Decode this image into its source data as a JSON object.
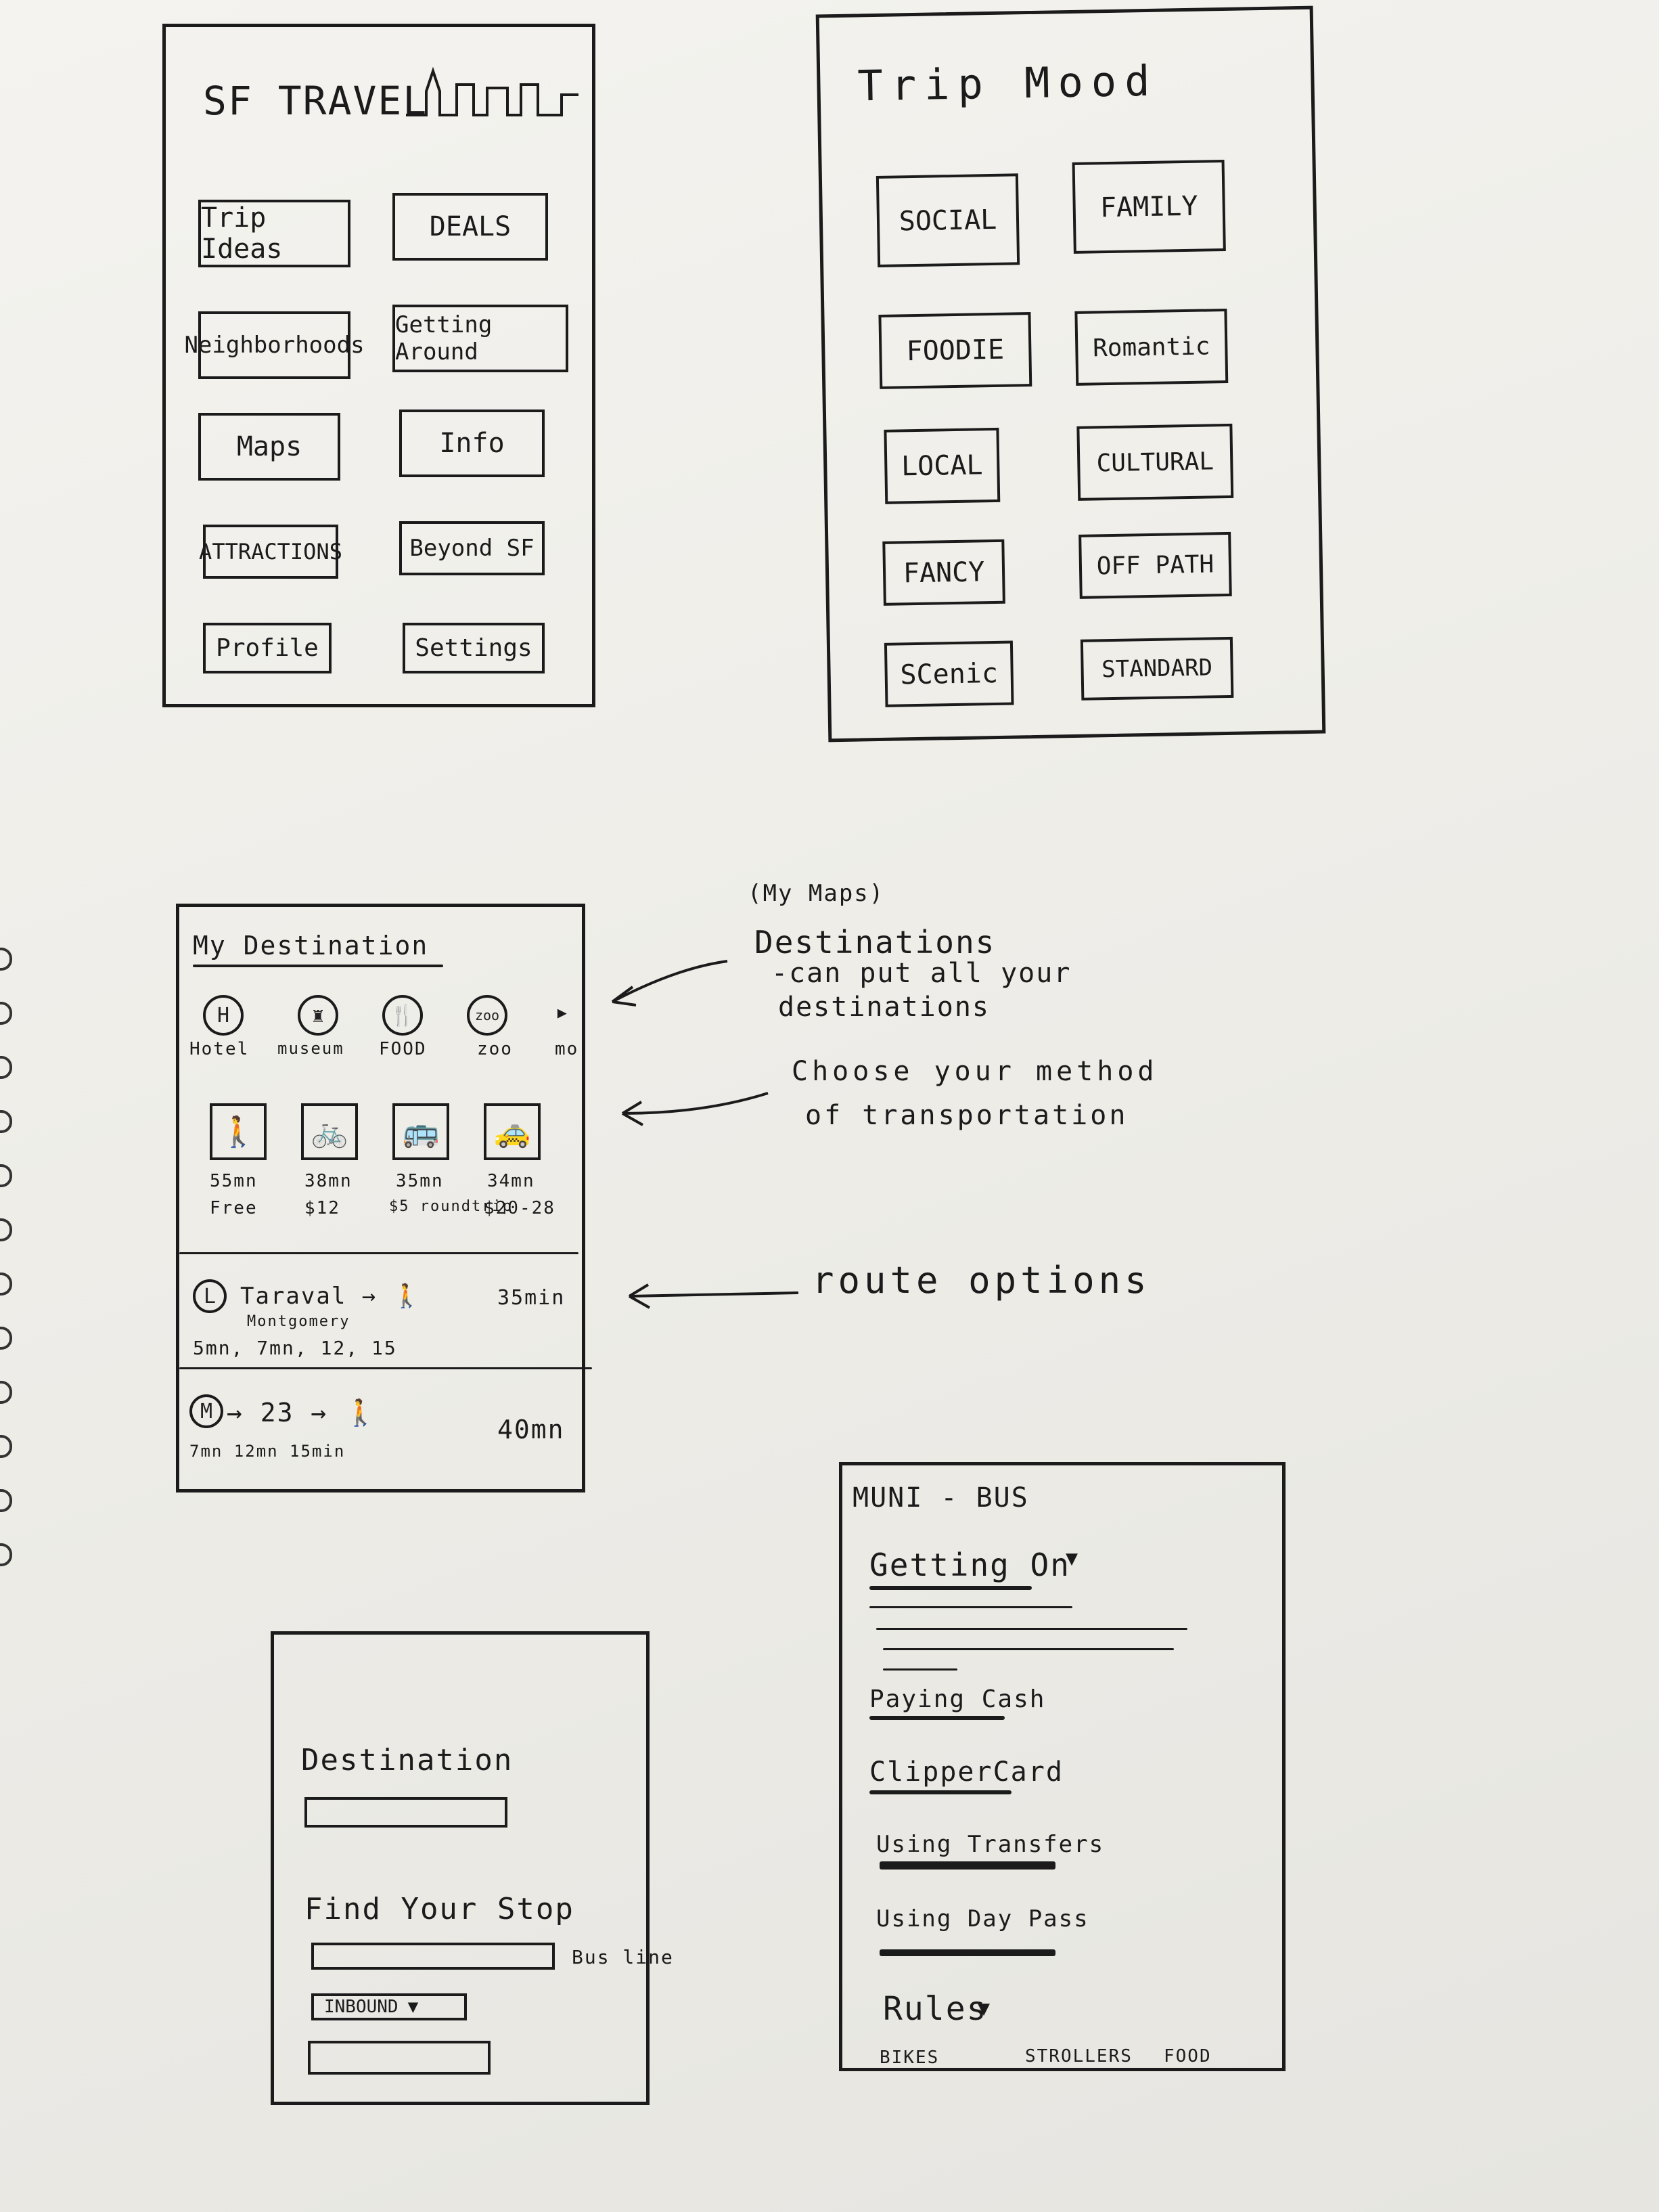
{
  "home": {
    "title": "SF TRAVEL",
    "buttons": [
      "Trip Ideas",
      "DEALS",
      "Neighborhoods",
      "Getting Around",
      "Maps",
      "Info",
      "ATTRACTIONS",
      "Beyond SF",
      "Profile",
      "Settings"
    ]
  },
  "trip_mood": {
    "title": "Trip Mood",
    "buttons": [
      "SOCIAL",
      "FAMILY",
      "FOODIE",
      "Romantic",
      "LOCAL",
      "CULTURAL",
      "FANCY",
      "OFF PATH",
      "SCenic",
      "STANDARD"
    ]
  },
  "destination": {
    "title": "My Destination",
    "categories": [
      {
        "icon": "H",
        "label": "Hotel"
      },
      {
        "icon": "♜",
        "label": "museum"
      },
      {
        "icon": "🍴",
        "label": "FOOD"
      },
      {
        "icon": "zoo",
        "label": "zoo"
      },
      {
        "icon": "▸",
        "label": "mo"
      }
    ],
    "transport": [
      {
        "icon": "🚶",
        "time": "55mn",
        "cost": "Free"
      },
      {
        "icon": "🚲",
        "time": "38mn",
        "cost": "$12"
      },
      {
        "icon": "🚌",
        "time": "35mn",
        "cost": "$5 roundtrip"
      },
      {
        "icon": "🚕",
        "time": "34mn",
        "cost": "$20-28"
      }
    ],
    "routes": [
      {
        "badge": "L",
        "line": "Taraval → 🚶",
        "sub": "Montgomery",
        "times": "5mn, 7mn, 12, 15",
        "duration": "35min"
      },
      {
        "badge": "M",
        "line": "→ 23 → 🚶",
        "sub": "",
        "times": "7mn  12mn  15min",
        "duration": "40mn"
      }
    ]
  },
  "annotations": {
    "my_maps": "(My Maps)",
    "destinations": "Destinations",
    "destinations_sub1": "-can put all your",
    "destinations_sub2": "destinations",
    "transport1": "Choose your method",
    "transport2": "of transportation",
    "routes": "route options"
  },
  "muni": {
    "title": "MUNI - BUS",
    "sections": [
      "Getting On",
      "Paying Cash",
      "ClipperCard",
      "Using Transfers",
      "Using Day Pass",
      "Rules"
    ],
    "footer": [
      "BIKES",
      "STROLLERS",
      "FOOD"
    ]
  },
  "stop_finder": {
    "destination_label": "Destination",
    "find_label": "Find Your Stop",
    "side_label": "Bus line",
    "direction": "INBOUND"
  }
}
